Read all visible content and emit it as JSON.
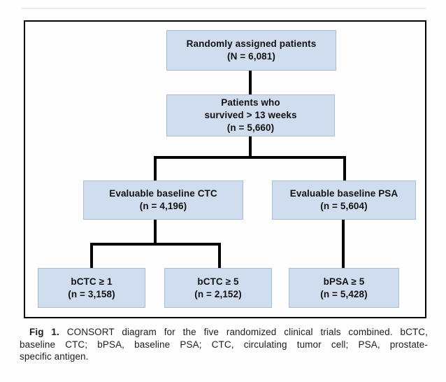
{
  "diagram": {
    "title_semantic": "CONSORT patient flow diagram",
    "colors": {
      "box_fill": "#cfddee",
      "box_border": "#a7bcd6",
      "line_color": "#000000",
      "text_color": "#111111"
    },
    "nodes": {
      "randomized": {
        "line1": "Randomly assigned patients",
        "line2": "(N = 6,081)"
      },
      "survived": {
        "line1": "Patients who",
        "line2": "survived > 13 weeks",
        "line3": "(n = 5,660)"
      },
      "ctc": {
        "line1": "Evaluable baseline CTC",
        "line2": "(n = 4,196)"
      },
      "psa": {
        "line1": "Evaluable baseline PSA",
        "line2": "(n = 5,604)"
      },
      "bctc1": {
        "line1": "bCTC ≥ 1",
        "line2": "(n = 3,158)"
      },
      "bctc5": {
        "line1": "bCTC ≥ 5",
        "line2": "(n = 2,152)"
      },
      "bpsa5": {
        "line1": "bPSA ≥ 5",
        "line2": "(n = 5,428)"
      }
    },
    "edges": [
      {
        "from": "randomized",
        "to": "survived"
      },
      {
        "from": "survived",
        "to": "ctc"
      },
      {
        "from": "survived",
        "to": "psa"
      },
      {
        "from": "ctc",
        "to": "bctc1"
      },
      {
        "from": "ctc",
        "to": "bctc5"
      },
      {
        "from": "psa",
        "to": "bpsa5"
      }
    ]
  },
  "caption": {
    "label": "Fig 1.",
    "line1": " CONSORT diagram for the five randomized clinical trials combined. bCTC,",
    "line2": "baseline CTC; bPSA, baseline PSA; CTC, circulating tumor cell; PSA, prostate-",
    "line3": "specific antigen."
  }
}
